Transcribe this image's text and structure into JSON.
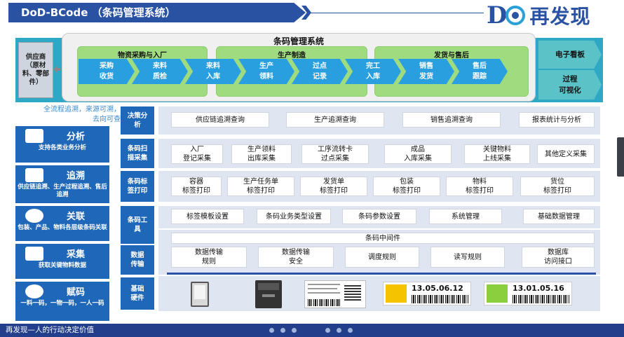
{
  "header": {
    "title": "DoD-BCode （条码管理系统）",
    "logo_letter": "D",
    "logo_text": "再发现"
  },
  "supplier": "供应商（原材料、零部件）",
  "system_title": "条码管理系统",
  "groups": [
    {
      "title": "物资采购与入厂",
      "steps": [
        "采购\n收货",
        "来料\n质检",
        "来料\n入库"
      ]
    },
    {
      "title": "生产制造",
      "steps": [
        "生产\n领料",
        "过点\n记录"
      ]
    },
    {
      "title": "发货与售后",
      "steps": [
        "完工\n入库",
        "销售\n发货",
        "售后\n跟踪"
      ]
    }
  ],
  "right_tabs": [
    "电子看板",
    "过程\n可视化"
  ],
  "left_quote": "全流程追溯，来源可溯，\n去向可查",
  "left_cards": [
    {
      "title": "分析",
      "desc": "支持各类业务分析",
      "icon": "chart-icon"
    },
    {
      "title": "追溯",
      "desc": "供应链追溯、生产过程追溯、售后追溯",
      "icon": "chart-icon"
    },
    {
      "title": "关联",
      "desc": "包装、产品、物料各层级条码关联",
      "icon": "clock-icon"
    },
    {
      "title": "采集",
      "desc": "获取关键物料数据",
      "icon": "shuffle-icon"
    },
    {
      "title": "赋码",
      "desc": "一料一码，一物一码，一人一码",
      "icon": "bulb-icon"
    }
  ],
  "rows": [
    {
      "label": "决策分\n析",
      "items": [
        "供应链追溯查询",
        "生产追溯查询",
        "销售追溯查询",
        "报表统计与分析"
      ]
    },
    {
      "label": "条码扫\n描采集",
      "items": [
        "入厂\n登记采集",
        "生产领料\n出库采集",
        "工序流转卡\n过点采集",
        "成品\n入库采集",
        "关键物料\n上线采集",
        "其他定义采集"
      ]
    },
    {
      "label": "条码标\n签打印",
      "items": [
        "容器\n标签打印",
        "生产任务单\n标签打印",
        "发货单\n标签打印",
        "包装\n标签打印",
        "物料\n标签打印",
        "货位\n标签打印"
      ]
    },
    {
      "label": "条码工\n具",
      "items": [
        "标签模板设置",
        "条码业务类型设置",
        "条码参数设置",
        "系统管理",
        "基础数据管理"
      ]
    },
    {
      "label": "数据\n传输",
      "middleware": "条码中间件",
      "items": [
        "数据传输\n规则",
        "数据传输\n安全",
        "调度规则",
        "读写规则",
        "数据库\n访问接口"
      ]
    },
    {
      "label": "基础\n硬件",
      "labels": [
        "13.05.06.12",
        "13.01.05.16"
      ]
    }
  ],
  "footer": "再发现—人的行动决定价值"
}
